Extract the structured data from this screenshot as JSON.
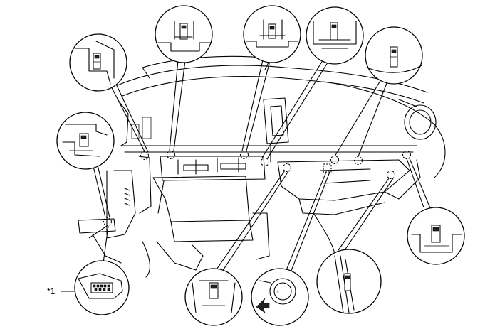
{
  "callouts": [
    {
      "id": "callout-1",
      "label": "*1"
    }
  ],
  "zoom_views": [
    {
      "id": "zoom-upper-left",
      "icon": "clip-detail"
    },
    {
      "id": "zoom-top-left",
      "icon": "clip-detail"
    },
    {
      "id": "zoom-top-center",
      "icon": "clip-detail"
    },
    {
      "id": "zoom-top-center-right",
      "icon": "clip-detail"
    },
    {
      "id": "zoom-top-right",
      "icon": "clip-detail"
    },
    {
      "id": "zoom-left-side",
      "icon": "clip-detail"
    },
    {
      "id": "zoom-lower-left",
      "icon": "connector-detail"
    },
    {
      "id": "zoom-bottom-center-left",
      "icon": "clip-detail"
    },
    {
      "id": "zoom-bottom-center",
      "icon": "push-button-detail"
    },
    {
      "id": "zoom-bottom-right",
      "icon": "clip-detail"
    },
    {
      "id": "zoom-right",
      "icon": "clip-detail"
    }
  ]
}
